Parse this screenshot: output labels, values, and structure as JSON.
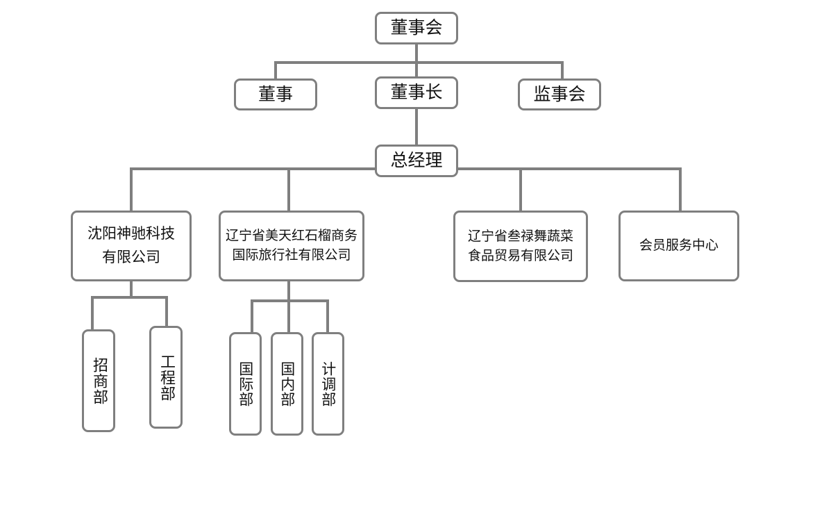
{
  "org_chart": {
    "board": "董事会",
    "director": "董事",
    "chairman": "董事长",
    "supervisors": "监事会",
    "general_manager": "总经理",
    "companies": [
      {
        "name_line1": "沈阳神驰科技",
        "name_line2": "有限公司",
        "departments": [
          "招商部",
          "工程部"
        ]
      },
      {
        "name_line1": "辽宁省美天红石榴商务",
        "name_line2": "国际旅行社有限公司",
        "departments": [
          "国际部",
          "国内部",
          "计调部"
        ]
      },
      {
        "name_line1": "辽宁省叁禄舞蔬菜",
        "name_line2": "食品贸易有限公司",
        "departments": []
      },
      {
        "name_line1": "会员服务中心",
        "departments": []
      }
    ]
  },
  "colors": {
    "line": "#7f7f7f",
    "box_border": "#7f7f7f",
    "text": "#111111",
    "background": "#ffffff"
  }
}
